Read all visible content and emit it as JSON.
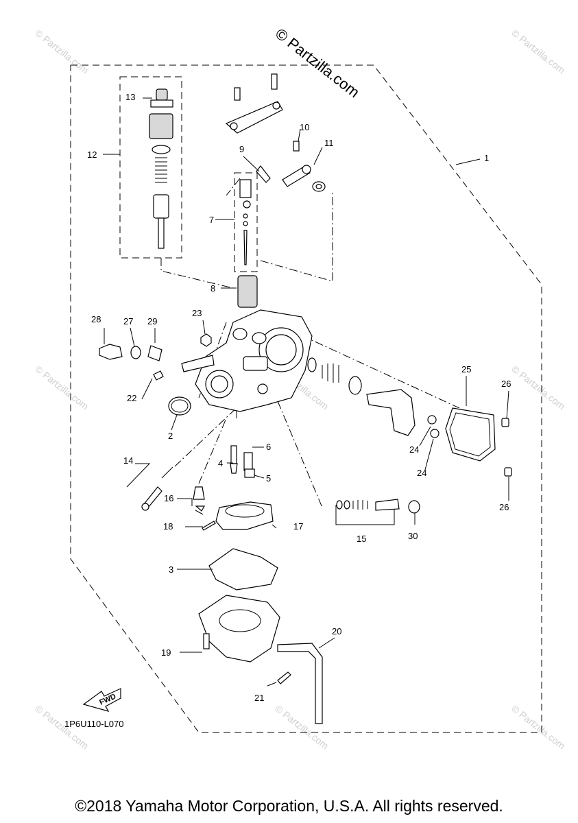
{
  "watermark": {
    "main": "© Partzilla.com",
    "faint": "© Partzilla.com"
  },
  "diagram_code": "1P6U110-L070",
  "fwd_label": "FWD",
  "copyright": "©2018 Yamaha Motor Corporation, U.S.A. All rights reserved.",
  "callouts": [
    "1",
    "2",
    "3",
    "4",
    "5",
    "6",
    "7",
    "8",
    "9",
    "10",
    "11",
    "12",
    "13",
    "14",
    "15",
    "16",
    "17",
    "18",
    "19",
    "20",
    "21",
    "22",
    "23",
    "24",
    "24",
    "25",
    "26",
    "26",
    "27",
    "28",
    "29",
    "30"
  ]
}
